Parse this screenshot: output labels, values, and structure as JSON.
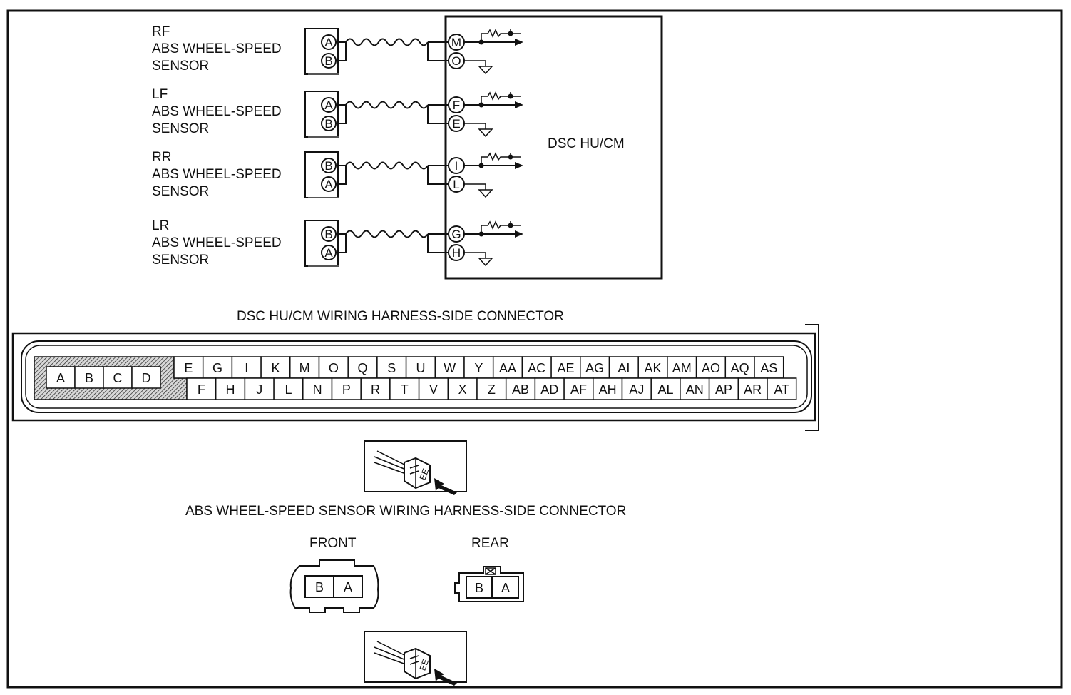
{
  "sensors": [
    {
      "label_lines": [
        "RF",
        "ABS WHEEL-SPEED",
        "SENSOR"
      ],
      "sensor_pins": [
        "A",
        "B"
      ],
      "module_pins": [
        "M",
        "O"
      ]
    },
    {
      "label_lines": [
        "LF",
        "ABS WHEEL-SPEED",
        "SENSOR"
      ],
      "sensor_pins": [
        "A",
        "B"
      ],
      "module_pins": [
        "F",
        "E"
      ]
    },
    {
      "label_lines": [
        "RR",
        "ABS WHEEL-SPEED",
        "SENSOR"
      ],
      "sensor_pins": [
        "B",
        "A"
      ],
      "module_pins": [
        "I",
        "L"
      ]
    },
    {
      "label_lines": [
        "LR",
        "ABS WHEEL-SPEED",
        "SENSOR"
      ],
      "sensor_pins": [
        "B",
        "A"
      ],
      "module_pins": [
        "G",
        "H"
      ]
    }
  ],
  "module": {
    "label": "DSC HU/CM"
  },
  "dsc_connector": {
    "title": "DSC HU/CM WIRING HARNESS-SIDE CONNECTOR",
    "hatched_pins": [
      "A",
      "B",
      "C",
      "D"
    ],
    "top_row": [
      "E",
      "G",
      "I",
      "K",
      "M",
      "O",
      "Q",
      "S",
      "U",
      "W",
      "Y",
      "AA",
      "AC",
      "AE",
      "AG",
      "AI",
      "AK",
      "AM",
      "AO",
      "AQ",
      "AS"
    ],
    "bottom_row": [
      "F",
      "H",
      "J",
      "L",
      "N",
      "P",
      "R",
      "T",
      "V",
      "X",
      "Z",
      "AB",
      "AD",
      "AF",
      "AH",
      "AJ",
      "AL",
      "AN",
      "AP",
      "AR",
      "AT"
    ]
  },
  "harness_icon_text": "EE",
  "sensor_connector": {
    "title": "ABS WHEEL-SPEED SENSOR WIRING HARNESS-SIDE CONNECTOR",
    "front": {
      "label": "FRONT",
      "pins": [
        "B",
        "A"
      ]
    },
    "rear": {
      "label": "REAR",
      "pins": [
        "B",
        "A"
      ]
    }
  }
}
